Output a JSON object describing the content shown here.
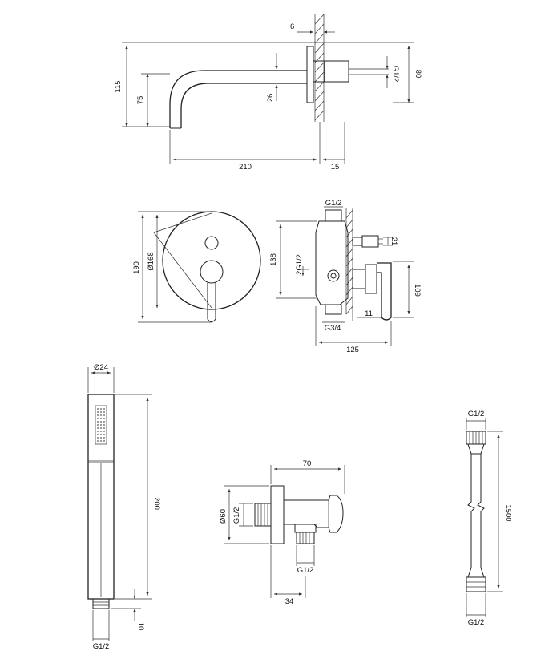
{
  "spout": {
    "d_6": "6",
    "d_115": "115",
    "d_75": "75",
    "d_26": "26",
    "d_80": "80",
    "d_g12": "G1/2",
    "d_210": "210",
    "d_15": "15"
  },
  "mixer": {
    "d_190": "190",
    "d_168": "Ø168",
    "d_138": "138",
    "d_2g12": "2G1/2",
    "d_g12": "G1/2",
    "d_21": "21",
    "d_109": "109",
    "d_11": "11",
    "d_g34": "G3/4",
    "d_125": "125"
  },
  "handshower": {
    "d_24": "Ø24",
    "d_200": "200",
    "d_10": "10",
    "d_g12": "G1/2"
  },
  "connector": {
    "d_70": "70",
    "d_60": "Ø60",
    "d_g12_side": "G1/2",
    "d_g12_bottom": "G1/2",
    "d_34": "34"
  },
  "hose": {
    "d_g12_top": "G1/2",
    "d_1500": "1500",
    "d_g12_bottom": "G1/2"
  }
}
